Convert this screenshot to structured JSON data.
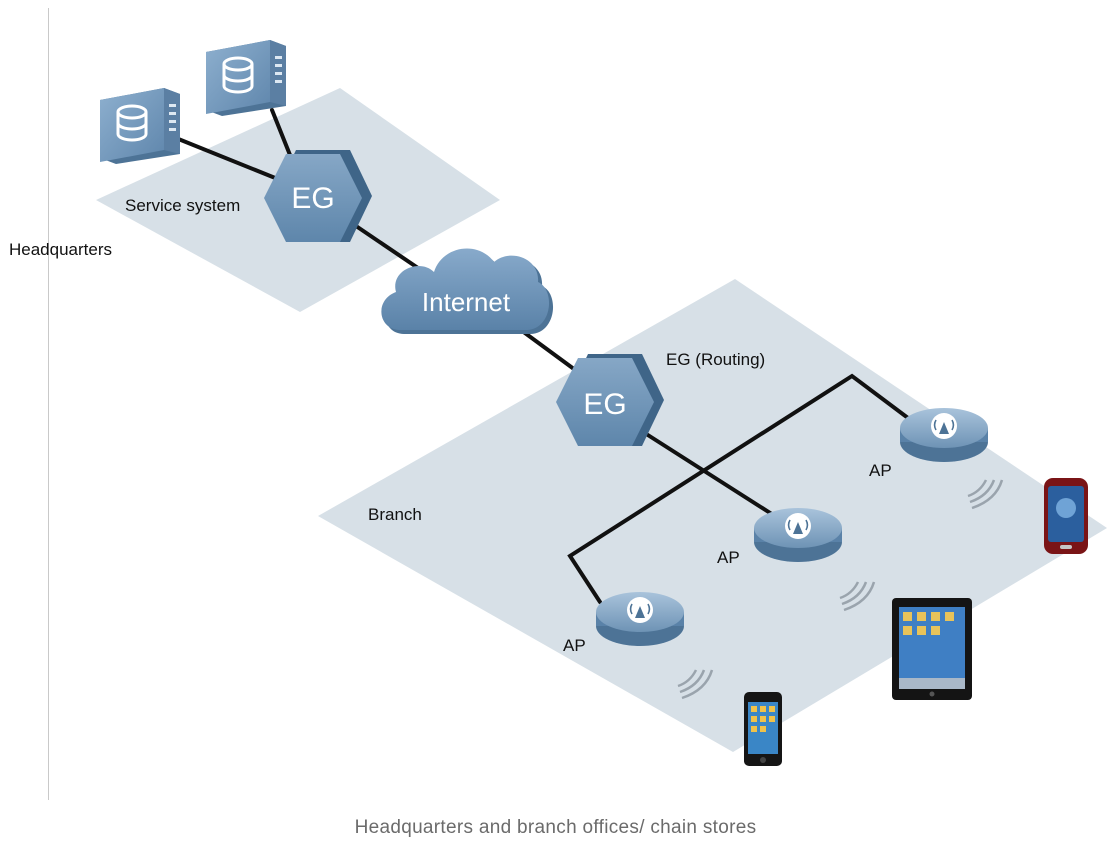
{
  "labels": {
    "headquarters": "Headquarters",
    "service_system": "Service system",
    "internet": "Internet",
    "eg_hq": "EG",
    "eg_branch": "EG",
    "eg_routing": "EG (Routing)",
    "branch": "Branch",
    "ap1": "AP",
    "ap2": "AP",
    "ap3": "AP"
  },
  "caption": "Headquarters and branch offices/ chain stores",
  "colors": {
    "platform": "#d7e0e7",
    "node": "#6e93b5",
    "node_dark": "#4d7396",
    "link": "#111111"
  },
  "icons": [
    "server-icon",
    "router-icon",
    "cloud-icon",
    "access-point-icon",
    "wifi-waves-icon",
    "smartphone-icon",
    "tablet-icon"
  ]
}
